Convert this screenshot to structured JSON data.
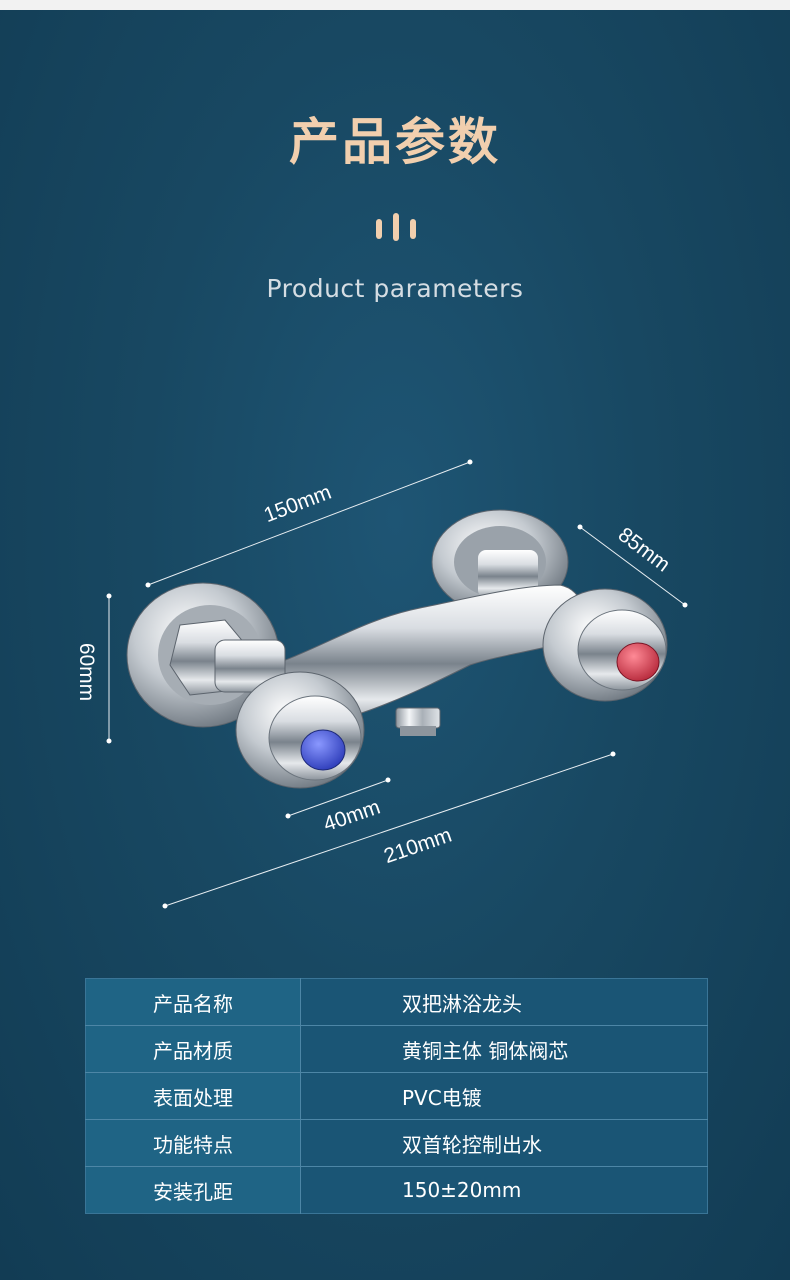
{
  "header": {
    "title": "产品参数",
    "subtitle": "Product parameters"
  },
  "colors": {
    "accent": "#f1cfae",
    "background": "#184862",
    "table_label_bg": "#1f6485",
    "table_value_bg": "#1a5575",
    "cold_cap": "#3d4fd6",
    "hot_cap": "#d33a4e"
  },
  "dimensions": {
    "top_length": "150mm",
    "depth": "85mm",
    "height": "60mm",
    "handle": "40mm",
    "total_length": "210mm"
  },
  "specs": [
    {
      "label": "产品名称",
      "value": "双把淋浴龙头"
    },
    {
      "label": "产品材质",
      "value": "黄铜主体 铜体阀芯"
    },
    {
      "label": "表面处理",
      "value": "PVC电镀"
    },
    {
      "label": "功能特点",
      "value": "双首轮控制出水"
    },
    {
      "label": "安装孔距",
      "value": "150±20mm"
    }
  ]
}
